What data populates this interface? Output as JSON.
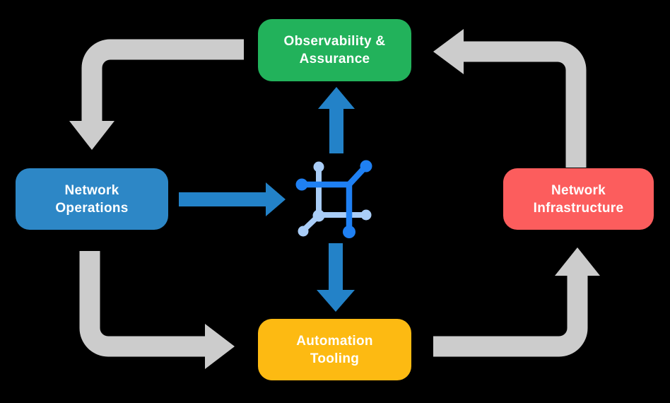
{
  "canvas": {
    "background": "#000000",
    "text_color": "#ffffff"
  },
  "boxes": {
    "observability": {
      "line1": "Observability &",
      "line2": "Assurance",
      "color": "#22b25b"
    },
    "operations": {
      "line1": "Network",
      "line2": "Operations",
      "color": "#2d87c6"
    },
    "infrastructure": {
      "line1": "Network",
      "line2": "Infrastructure",
      "color": "#fc5d5d"
    },
    "automation": {
      "line1": "Automation",
      "line2": "Tooling",
      "color": "#fdba12"
    }
  },
  "center_icon": {
    "label": "network-mesh-icon",
    "dark_blue": "#1f80f3",
    "light_blue": "#a9cdf7"
  },
  "arrows": {
    "gray_color": "#cccccc",
    "blue_color": "#2382c8",
    "cycle": [
      {
        "from": "Observability & Assurance",
        "to": "Network Operations"
      },
      {
        "from": "Network Operations",
        "to": "Automation Tooling"
      },
      {
        "from": "Automation Tooling",
        "to": "Network Infrastructure"
      },
      {
        "from": "Network Infrastructure",
        "to": "Observability & Assurance"
      }
    ],
    "center_links": [
      {
        "from": "center-icon",
        "to": "Observability & Assurance"
      },
      {
        "from": "Network Operations",
        "to": "center-icon"
      },
      {
        "from": "center-icon",
        "to": "Automation Tooling"
      }
    ]
  }
}
